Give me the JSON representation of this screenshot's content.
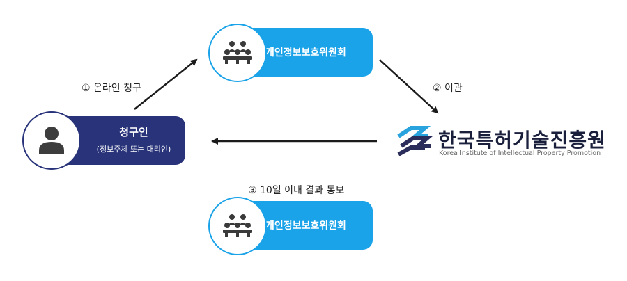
{
  "committee_top": {
    "label": "개인정보보호위원회",
    "icon": "audience-icon"
  },
  "committee_bottom": {
    "label": "개인정보보호위원회",
    "icon": "audience-icon"
  },
  "requester": {
    "title": "청구인",
    "subtitle": "(정보주체 또는 대리인)",
    "icon": "person-icon"
  },
  "kipo": {
    "name": "한국특허기술진흥원",
    "english": "Korea Institute of Intellectual Property Promotion",
    "icon": "kipo-logo"
  },
  "steps": {
    "step1": "① 온라인 청구",
    "step2": "② 이관",
    "step3": "③ 10일 이내 결과 통보"
  },
  "colors": {
    "committee": "#1aa3e8",
    "requester": "#28337a",
    "arrow": "#1b1b1b"
  }
}
